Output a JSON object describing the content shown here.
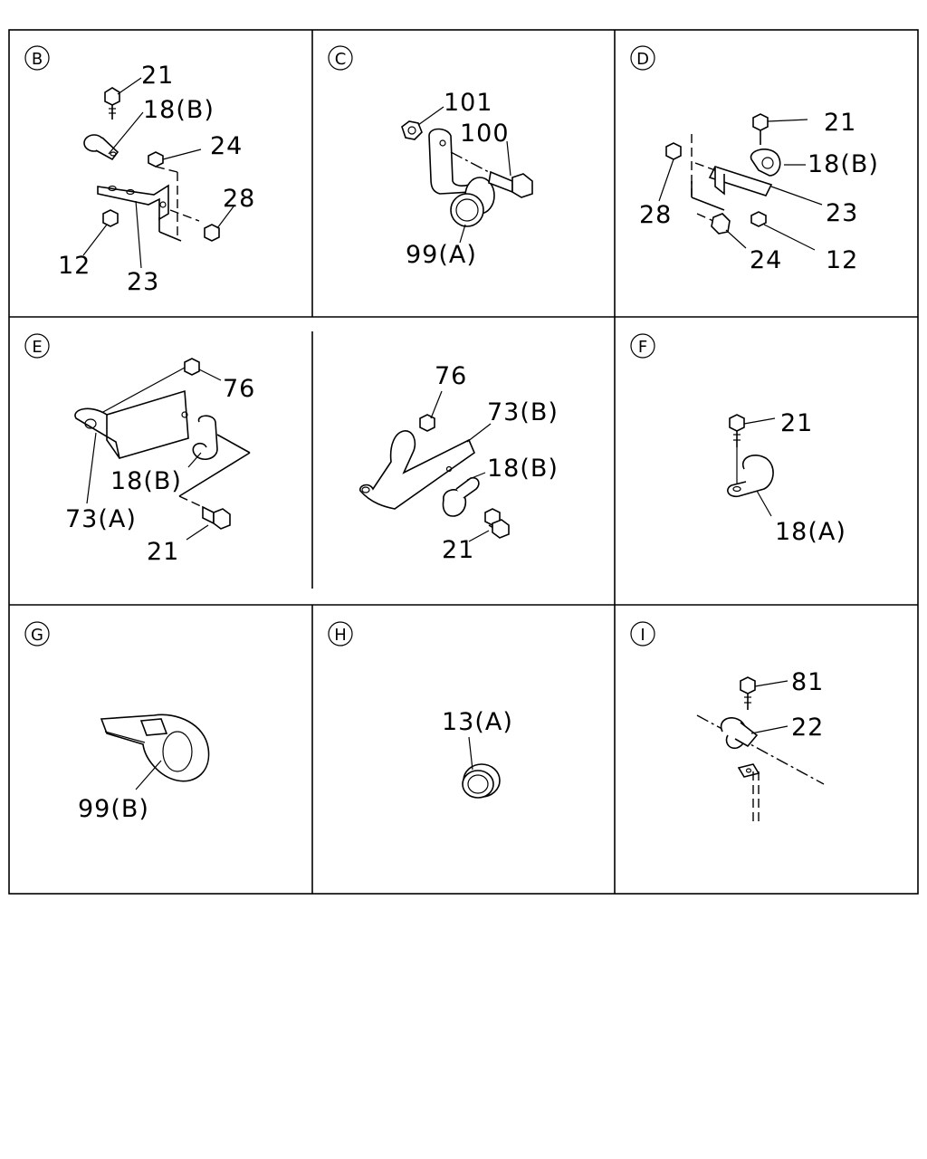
{
  "panels": [
    {
      "id": "B",
      "letter": "B",
      "callouts": [
        "21",
        "18(B)",
        "24",
        "28",
        "12",
        "23"
      ]
    },
    {
      "id": "C",
      "letter": "C",
      "callouts": [
        "101",
        "100",
        "99(A)"
      ]
    },
    {
      "id": "D",
      "letter": "D",
      "callouts": [
        "21",
        "18(B)",
        "28",
        "23",
        "24",
        "12"
      ]
    },
    {
      "id": "E",
      "letter": "E",
      "callouts": [
        "76",
        "18(B)",
        "73(A)",
        "21"
      ]
    },
    {
      "id": "E2",
      "letter": "",
      "callouts": [
        "76",
        "73(B)",
        "18(B)",
        "21"
      ]
    },
    {
      "id": "F",
      "letter": "F",
      "callouts": [
        "21",
        "18(A)"
      ]
    },
    {
      "id": "G",
      "letter": "G",
      "callouts": [
        "99(B)"
      ]
    },
    {
      "id": "H",
      "letter": "H",
      "callouts": [
        "13(A)"
      ]
    },
    {
      "id": "I",
      "letter": "I",
      "callouts": [
        "81",
        "22"
      ]
    }
  ]
}
